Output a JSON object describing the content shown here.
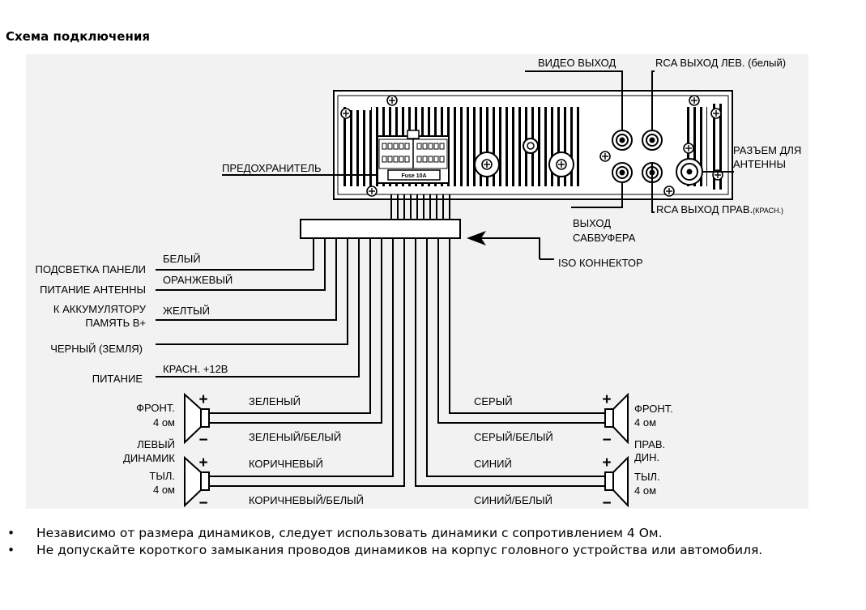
{
  "title": "Схема подключения",
  "callouts": {
    "video_out": "ВИДЕО ВЫХОД",
    "rca_left": "RCA ВЫХОД ЛЕВ. (белый)",
    "antenna_jack_1": "РАЗЪЕМ ДЛЯ",
    "antenna_jack_2": "АНТЕННЫ",
    "fuse": "ПРЕДОХРАНИТЕЛЬ",
    "fuse_marking": "Fuse 10A",
    "subwoofer_1": "ВЫХОД",
    "subwoofer_2": "САБВУФЕРА",
    "rca_right_main": "RCA ВЫХОД ПРАВ.",
    "rca_right_small": "(КРАСН.)",
    "iso": "ISO КОННЕКТОР"
  },
  "wires_left": {
    "panel_light": "ПОДСВЕТКА ПАНЕЛИ",
    "white": "БЕЛЫЙ",
    "antenna_power": "ПИТАНИЕ АНТЕННЫ",
    "orange": "ОРАНЖЕВЫЙ",
    "battery_1": "К АККУМУЛЯТОРУ",
    "battery_2": "ПАМЯТЬ В+",
    "yellow": "ЖЕЛТЫЙ",
    "ground": "ЧЕРНЫЙ (ЗЕМЛЯ)",
    "power": "ПИТАНИЕ",
    "red": "КРАСН. +12В"
  },
  "speakers_left": {
    "front": "ФРОНТ.",
    "front_ohm": "4 ом",
    "side_1": "ЛЕВЫЙ",
    "side_2": "ДИНАМИК",
    "rear": "ТЫЛ.",
    "rear_ohm": "4 ом",
    "green": "ЗЕЛЕНЫЙ",
    "green_white": "ЗЕЛЕНЫЙ/БЕЛЫЙ",
    "brown": "КОРИЧНЕВЫЙ",
    "brown_white": "КОРИЧНЕВЫЙ/БЕЛЫЙ"
  },
  "speakers_right": {
    "front": "ФРОНТ.",
    "front_ohm": "4 ом",
    "side_1": "ПРАВ.",
    "side_2": "ДИН.",
    "rear": "ТЫЛ.",
    "rear_ohm": "4 ом",
    "grey": "СЕРЫЙ",
    "grey_white": "СЕРЫЙ/БЕЛЫЙ",
    "blue": "СИНИЙ",
    "blue_white": "СИНИЙ/БЕЛЫЙ"
  },
  "polarity": {
    "plus": "+",
    "minus": "−"
  },
  "notes": [
    "Независимо от размера динамиков, следует использовать динамики с сопротивлением 4 Ом.",
    "Не допускайте короткого замыкания проводов динамиков на корпус головного устройства или автомобиля."
  ],
  "bullet": "•"
}
